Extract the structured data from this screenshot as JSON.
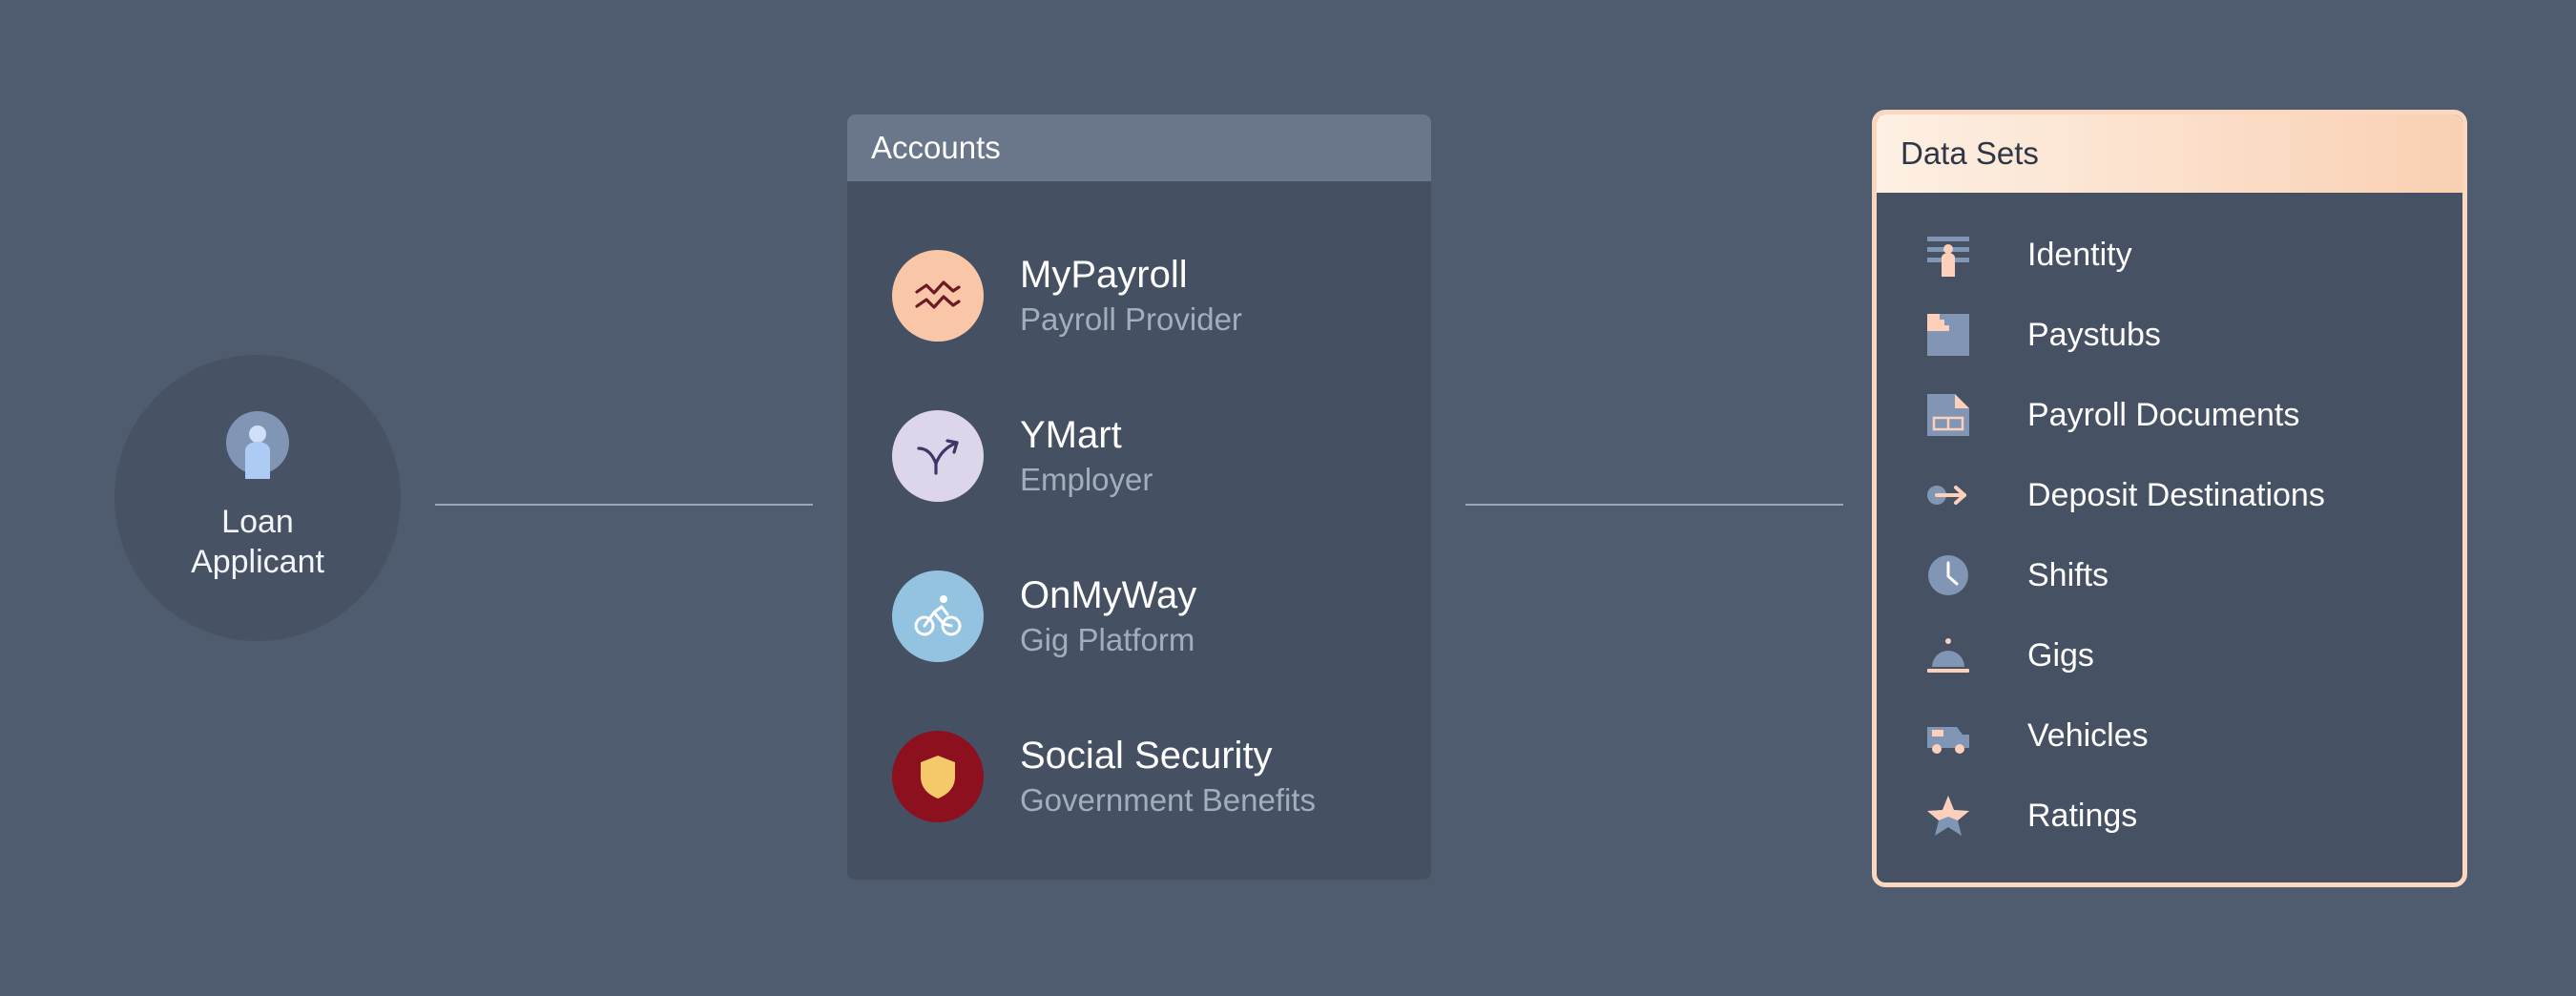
{
  "applicant": {
    "label": "Loan\nApplicant",
    "icon": "person-icon"
  },
  "accounts": {
    "title": "Accounts",
    "items": [
      {
        "name": "MyPayroll",
        "type": "Payroll Provider",
        "icon": "payroll-chart-icon",
        "color": "#f9c7a7"
      },
      {
        "name": "YMart",
        "type": "Employer",
        "icon": "split-arrow-icon",
        "color": "#ddd6ea"
      },
      {
        "name": "OnMyWay",
        "type": "Gig Platform",
        "icon": "bicycle-icon",
        "color": "#93c3e0"
      },
      {
        "name": "Social Security",
        "type": "Government Benefits",
        "icon": "shield-icon",
        "color": "#8c101e"
      }
    ]
  },
  "datasets": {
    "title": "Data Sets",
    "items": [
      {
        "label": "Identity",
        "icon": "identity-icon"
      },
      {
        "label": "Paystubs",
        "icon": "paystub-icon"
      },
      {
        "label": "Payroll Documents",
        "icon": "document-icon"
      },
      {
        "label": "Deposit Destinations",
        "icon": "deposit-arrow-icon"
      },
      {
        "label": "Shifts",
        "icon": "clock-icon"
      },
      {
        "label": "Gigs",
        "icon": "service-bell-icon"
      },
      {
        "label": "Vehicles",
        "icon": "vehicle-icon"
      },
      {
        "label": "Ratings",
        "icon": "star-icon"
      }
    ]
  },
  "colors": {
    "background": "#4f5b6e",
    "panel": "#455063",
    "accent_peach": "#f9c7a7",
    "icon_blue": "#8096b4"
  }
}
